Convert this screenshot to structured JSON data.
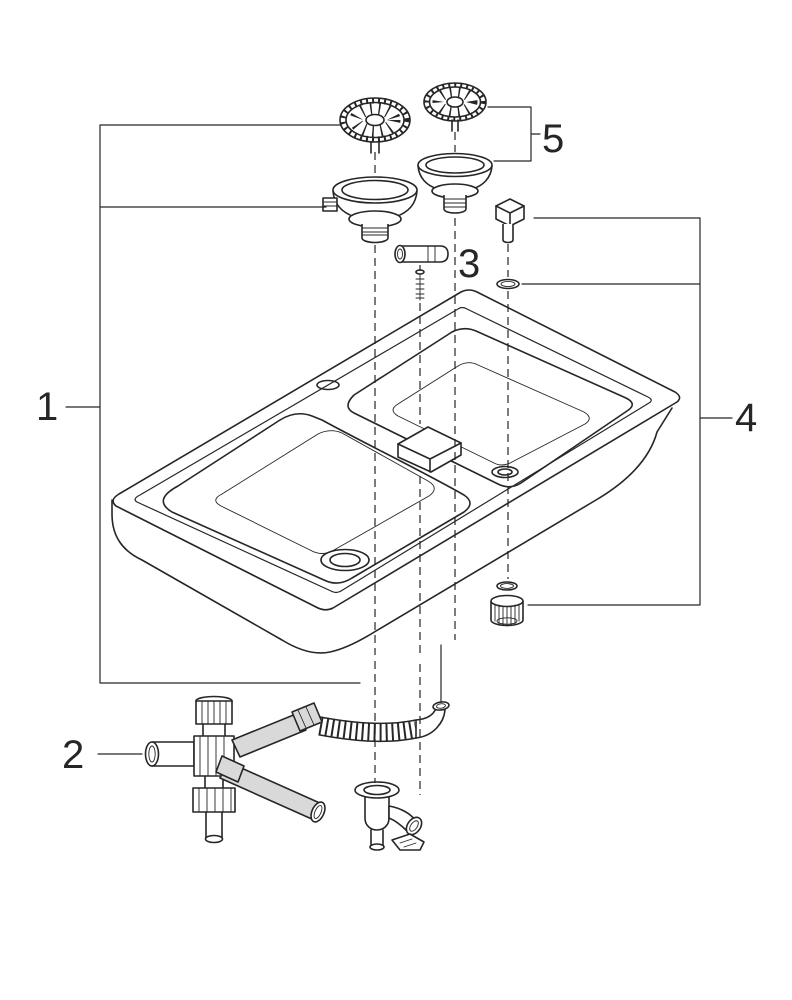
{
  "diagram": {
    "background_color": "#ffffff",
    "line_color": "#262626",
    "shade_color": "#d9d9d9",
    "callouts": {
      "c1": "1",
      "c2": "2",
      "c3": "3",
      "c4": "4",
      "c5": "5"
    }
  }
}
